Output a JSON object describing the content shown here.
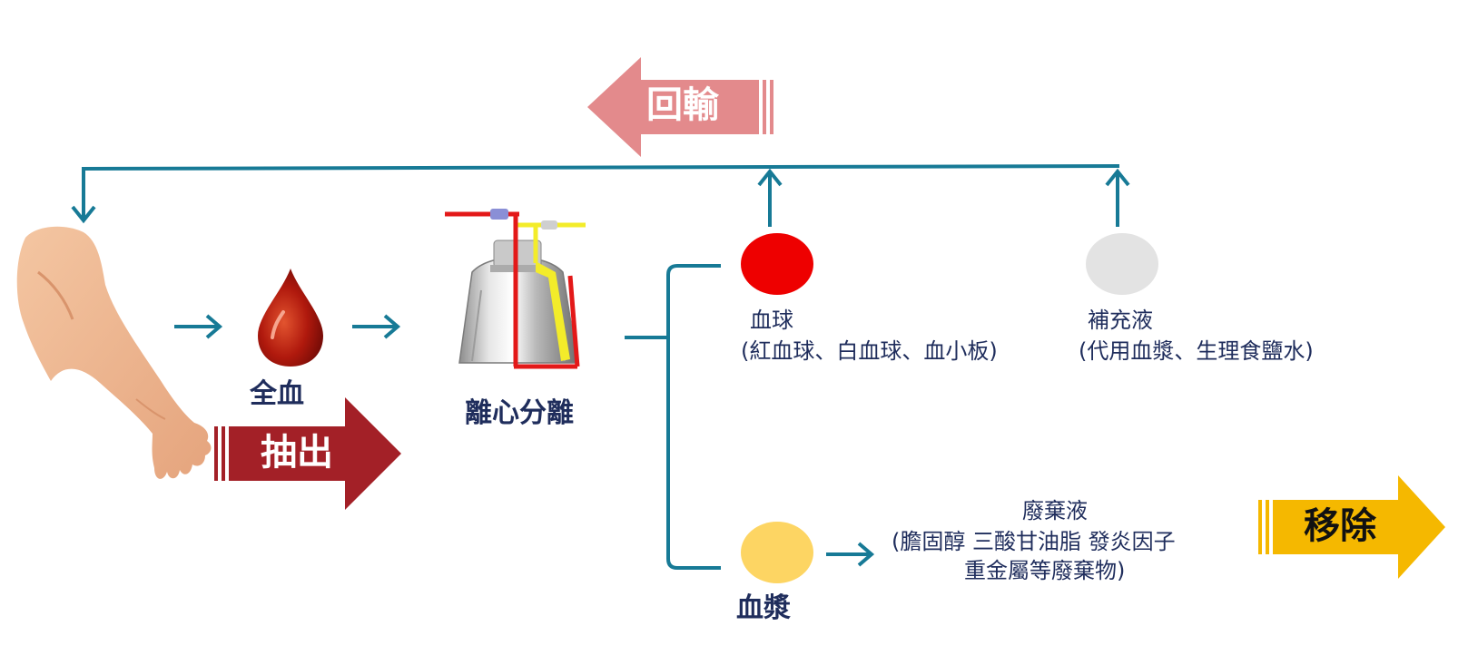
{
  "labels": {
    "return": "回輸",
    "draw": "抽出",
    "remove": "移除",
    "whole_blood": "全血",
    "centrifuge": "離心分離",
    "blood_cells": "血球",
    "blood_cells_detail": "(紅血球、白血球、血小板)",
    "replacement_fluid": "補充液",
    "replacement_fluid_detail": "(代用血漿、生理食鹽水)",
    "plasma": "血漿",
    "waste_fluid": "廢棄液",
    "waste_detail_1": "(膽固醇 三酸甘油脂 發炎因子",
    "waste_detail_2": "重金屬等廢棄物)"
  },
  "colors": {
    "line": "#177a96",
    "return_arrow": "#e38a8c",
    "draw_arrow": "#a32027",
    "remove_arrow": "#f5b800",
    "red_cell": "#ee0000",
    "replacement": "#e3e3e3",
    "plasma": "#fdd563",
    "text": "#1f2d5c"
  }
}
